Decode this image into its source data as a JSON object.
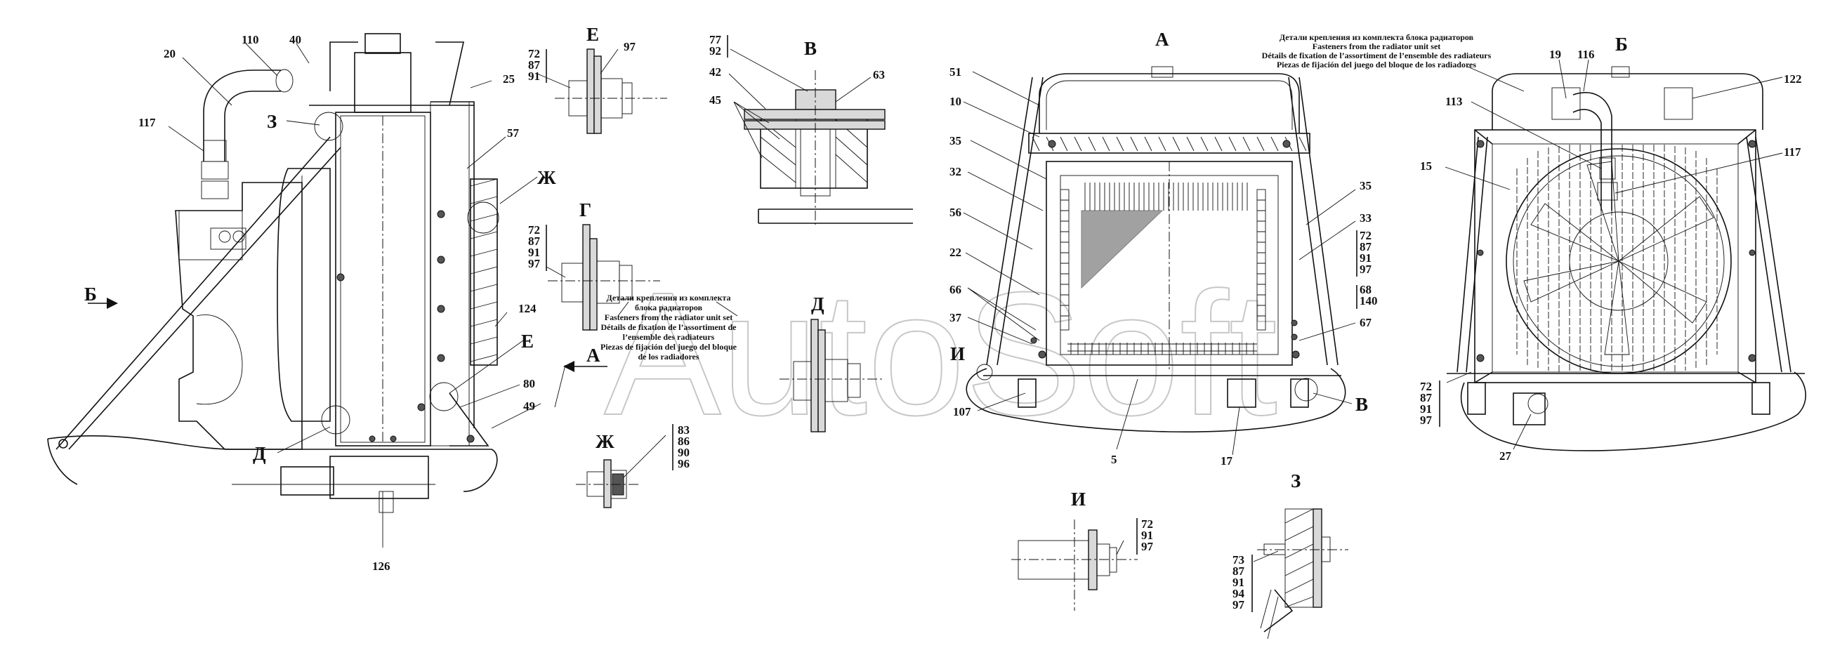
{
  "watermark": "AutoSoft",
  "views": {
    "a": "А",
    "b": "Б",
    "v": "В",
    "g": "Г",
    "d": "Д",
    "e": "Е",
    "zh": "Ж",
    "z": "З",
    "i": "И"
  },
  "notes": {
    "fasteners_center": [
      "Детали крепления из комплекта",
      "блока радиаторов",
      "Fasteners from the radiator unit set",
      "Détails de fixation de l’assortiment de",
      "l’ensemble des radiateurs",
      "Piezas de fijación del juego del bloque",
      "de los radiadores"
    ],
    "fasteners_top": [
      "Детали крепления из комплекта блока радиаторов",
      "Fasteners from the radiator unit set",
      "Détails de fixation de l’assortiment de l’ensemble des radiateurs",
      "Piezas de fijación del juego del bloque de los radiadores"
    ]
  },
  "side_view_labels": {
    "p20": "20",
    "p110": "110",
    "p40": "40",
    "p25": "25",
    "p117": "117",
    "p3": "З",
    "p57": "57",
    "pzh": "Ж",
    "pb": "Б",
    "p124": "124",
    "pe": "Е",
    "p80": "80",
    "pa": "А",
    "p49": "49",
    "pd": "Д",
    "p126": "126"
  },
  "stack_e": [
    "72",
    "87",
    "91"
  ],
  "stack_e_right": "97",
  "stack_v_top": [
    "77",
    "92"
  ],
  "v_labels": {
    "p42": "42",
    "p45": "45",
    "p63": "63"
  },
  "stack_g": [
    "72",
    "87",
    "91",
    "97"
  ],
  "stack_zh": [
    "83",
    "86",
    "90",
    "96"
  ],
  "front_labels": {
    "p51": "51",
    "p10": "10",
    "p35l": "35",
    "p32": "32",
    "p56": "56",
    "p22": "22",
    "p66": "66",
    "p37": "37",
    "pi": "И",
    "p107": "107",
    "p5": "5",
    "p17": "17",
    "pv": "В",
    "p67": "67",
    "p35r": "35",
    "p33": "33",
    "p68": "68",
    "p140": "140"
  },
  "stack_front_right": [
    "72",
    "87",
    "91",
    "97"
  ],
  "rear_labels": {
    "p19": "19",
    "p116": "116",
    "p122": "122",
    "p113": "113",
    "p117": "117",
    "p15": "15",
    "p27": "27"
  },
  "stack_rear": [
    "72",
    "87",
    "91",
    "97"
  ],
  "stack_i": [
    "72",
    "91",
    "97"
  ],
  "stack_z": [
    "73",
    "87",
    "91",
    "94",
    "97"
  ]
}
